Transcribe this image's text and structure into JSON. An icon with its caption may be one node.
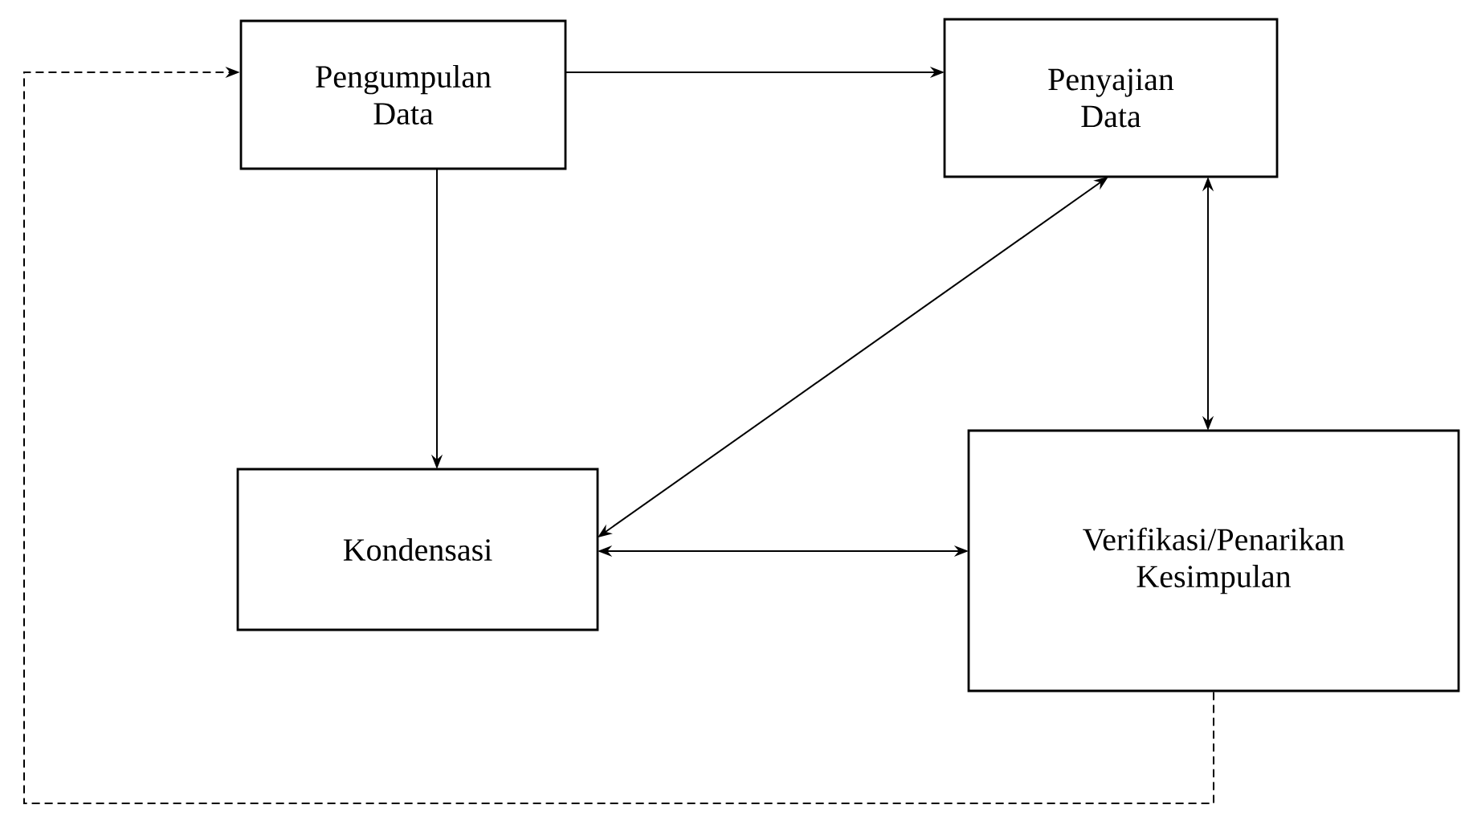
{
  "diagram": {
    "nodes": [
      {
        "text": [
          "Pengumpulan Data"
        ]
      },
      {
        "text": [
          "Penyajian Data"
        ]
      },
      {
        "text": [
          "Kondensasi"
        ]
      },
      {
        "text": [
          "Verifikasi/Penarikan Kesimpulan"
        ]
      }
    ],
    "edges": [
      {
        "from": 0,
        "to": 1,
        "arrow": "to"
      },
      {
        "from": 0,
        "to": 2,
        "arrow": "to"
      },
      {
        "from": 2,
        "to": 1,
        "arrow": "both"
      },
      {
        "from": 2,
        "to": 3,
        "arrow": "both"
      },
      {
        "from": 1,
        "to": 3,
        "arrow": "both"
      },
      {
        "from": 3,
        "to": 0,
        "arrow": "to",
        "style": "dashed"
      }
    ]
  }
}
